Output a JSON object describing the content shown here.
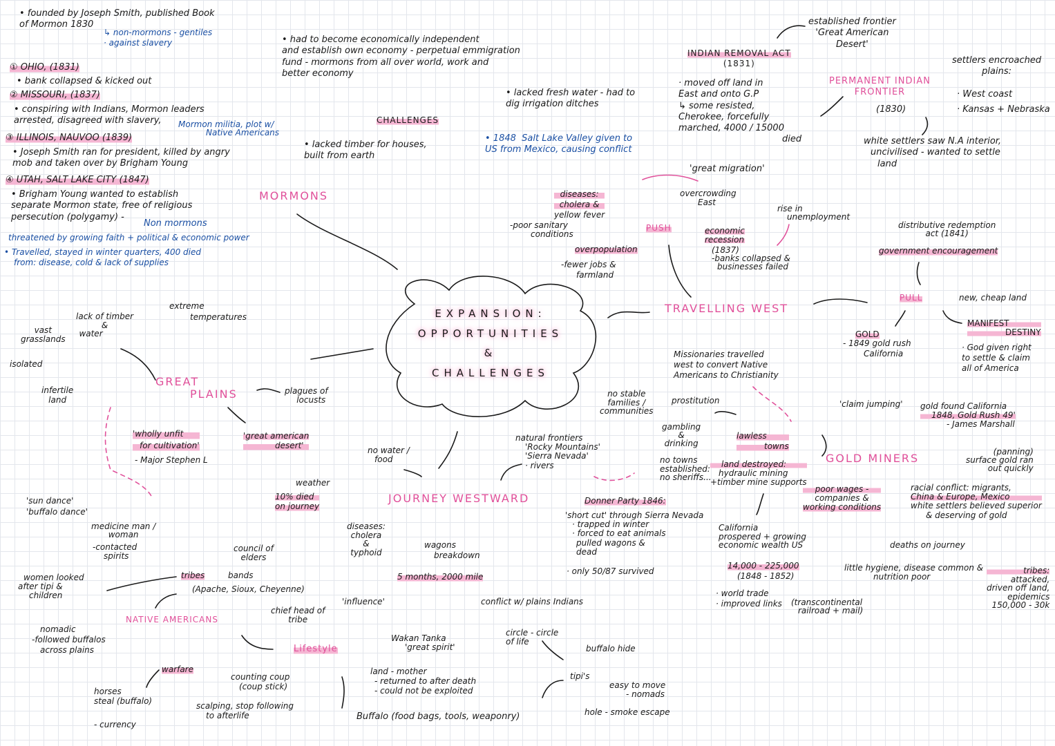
{
  "center": {
    "title": [
      "EXPANSION:",
      "OPPORTUNITIES",
      "&",
      "CHALLENGES"
    ]
  },
  "colors": {
    "accent_pink": "#e0509a",
    "highlight": "#f5b6d3",
    "note_blue": "#1a4fa3",
    "ink": "#1a1a1a"
  },
  "mormons": {
    "heading": "MORMONS",
    "founded": [
      "• founded by Joseph Smith, published Book",
      "of Mormon 1830"
    ],
    "gentiles": [
      "↳ non-mormons - gentiles",
      "· against slavery"
    ],
    "ohio": "① OHIO, (1831)",
    "ohio_note": "• bank collapsed & kicked out",
    "missouri": "② MISSOURI, (1837)",
    "missouri_note": [
      "• conspiring with Indians, Mormon leaders",
      "arrested, disagreed with slavery,"
    ],
    "missouri_militia": [
      "Mormon militia, plot w/",
      "Native Americans"
    ],
    "illinois": "③ ILLINOIS, NAUVOO (1839)",
    "illinois_note": [
      "• Joseph Smith ran for president, killed by angry",
      "mob and taken over by Brigham Young"
    ],
    "utah": "④ UTAH, SALT LAKE CITY (1847)",
    "utah_note": [
      "• Brigham Young wanted to establish",
      "separate Mormon state, free of religious",
      "persecution (polygamy) -"
    ],
    "utah_blue": "Non mormons",
    "utah_threat": "threatened by growing faith + political & economic power",
    "travelled": "• Travelled, stayed in winter quarters, 400 died",
    "travelled_2": "from: disease, cold & lack of supplies",
    "economy": [
      "• had to become economically independent",
      "and establish own economy - perpetual emmigration",
      "fund - mormons from all over world, work and",
      "better economy"
    ],
    "challenges": "CHALLENGES",
    "timber": [
      "• lacked timber for houses,",
      "built from earth"
    ],
    "water": [
      "• lacked fresh water - had to",
      "dig irrigation ditches"
    ],
    "salt_lake": [
      "• 1848  Salt Lake Valley given to",
      "US from Mexico, causing conflict"
    ]
  },
  "indian_removal": {
    "heading": "INDIAN REMOVAL ACT",
    "year": "(1831)",
    "notes": [
      "· moved off land in",
      "East and onto G.P",
      "↳ some resisted,",
      "Cherokee, forcefully",
      "marched, 4000 / 15000",
      "died"
    ],
    "great_migration": "'great migration'"
  },
  "frontier": {
    "established": [
      "established frontier",
      "'Great American",
      "Desert'"
    ],
    "heading": [
      "PERMANENT INDIAN",
      "FRONTIER"
    ],
    "year": "(1830)",
    "settlers": [
      "settlers encroached",
      "plains:"
    ],
    "coasts": [
      "· West coast",
      "· Kansas + Nebraska"
    ],
    "white_settlers": [
      "white settlers saw N.A interior,",
      "uncivilised - wanted to settle",
      "land"
    ]
  },
  "push": {
    "heading": "PUSH",
    "diseases": [
      "diseases:",
      "cholera &",
      "yellow fever"
    ],
    "sanitary": [
      "-poor sanitary",
      "conditions"
    ],
    "overcrowding": [
      "overcrowding",
      "East"
    ],
    "overpopulation": "overpopulation",
    "jobs": [
      "-fewer jobs &",
      "farmland"
    ],
    "recession": [
      "economic",
      "recession"
    ],
    "recession_detail": [
      "(1837)",
      "-banks collapsed &",
      "businesses failed"
    ],
    "unemployment": [
      "rise in",
      "unemployment"
    ]
  },
  "pull": {
    "heading": "PULL",
    "redemption": [
      "distributive redemption",
      "act (1841)"
    ],
    "government": "government encouragement",
    "cheap_land": "new, cheap land",
    "gold": "GOLD",
    "gold_note": [
      "- 1849 gold rush",
      "California"
    ],
    "manifest": [
      "MANIFEST",
      "DESTINY"
    ],
    "manifest_note": [
      "· God given right",
      "to settle & claim",
      "all of America"
    ]
  },
  "travelling_west": {
    "heading": "TRAVELLING WEST",
    "missionaries": [
      "Missionaries travelled",
      "west to convert Native",
      "Americans to Christianity"
    ]
  },
  "lawless": {
    "no_families": [
      "no stable",
      "families /",
      "communities"
    ],
    "prostitution": "prostitution",
    "gambling": [
      "gambling",
      "&",
      "drinking"
    ],
    "heading": [
      "lawless",
      "towns"
    ],
    "no_towns": [
      "no towns",
      "established:",
      "no sheriffs..."
    ],
    "land_destroyed": [
      "land destroyed:",
      "hydraulic mining",
      "+timber mine supports"
    ]
  },
  "gold_miners": {
    "heading": "GOLD MINERS",
    "claim": "'claim jumping'",
    "found": [
      "gold found California",
      "1848, Gold Rush 49'",
      "- James Marshall"
    ],
    "mining": [
      "(panning)",
      "surface gold ran",
      "out quickly"
    ],
    "wages": [
      "poor wages -",
      "companies &",
      "working conditions"
    ],
    "racial": [
      "racial conflict: migrants,",
      "China & Europe, Mexico",
      "white settlers believed superior",
      "& deserving of gold"
    ],
    "deaths": "deaths on journey",
    "hygiene": [
      "little hygiene, disease common &",
      "nutrition poor"
    ],
    "tribes": [
      "tribes:",
      "attacked,",
      "driven off land,",
      "epidemics",
      "150,000 - 30k"
    ],
    "california": [
      "California",
      "prospered + growing",
      "economic wealth US"
    ],
    "population": [
      "14,000 - 225,000",
      "(1848 - 1852)"
    ],
    "trade": [
      "· world trade",
      "· improved links"
    ],
    "links": [
      "(transcontinental",
      "railroad + mail)"
    ]
  },
  "great_plains": {
    "heading": [
      "GREAT",
      "PLAINS"
    ],
    "timber": [
      "lack of timber",
      "&",
      "water"
    ],
    "extreme": [
      "extreme",
      "temperatures"
    ],
    "vast": [
      "vast",
      "grasslands"
    ],
    "isolated": "isolated",
    "infertile": [
      "infertile",
      "land"
    ],
    "locusts": [
      "plagues of",
      "locusts"
    ],
    "unfit": [
      "'wholly unfit",
      "for cultivation'"
    ],
    "major": "- Major Stephen L",
    "desert": [
      "'great american",
      "desert'"
    ]
  },
  "journey": {
    "heading": "JOURNEY WESTWARD",
    "water_food": [
      "no water /",
      "food"
    ],
    "weather": "weather",
    "died": [
      "10% died",
      "on journey"
    ],
    "diseases": [
      "diseases:",
      "cholera",
      "&",
      "typhoid"
    ],
    "wagons": [
      "wagons",
      "breakdown"
    ],
    "months": "5 months, 2000 mile",
    "natural": [
      "natural frontiers",
      "'Rocky Mountains'",
      "'Sierra Nevada'",
      "· rivers"
    ],
    "donner": "Donner Party 1846:",
    "donner_notes": [
      "'short cut' through Sierra Nevada",
      "· trapped in winter",
      "· forced to eat animals",
      "pulled wagons &",
      "dead"
    ],
    "survived": "· only 50/87 survived",
    "conflict": "conflict w/ plains Indians",
    "influence": "'influence'"
  },
  "native_americans": {
    "heading": "NATIVE AMERICANS",
    "sun_dance": [
      "'sun dance'",
      "'buffalo dance'"
    ],
    "medicine": [
      "medicine man /",
      "woman"
    ],
    "spirits": [
      "-contacted",
      "spirits"
    ],
    "council": [
      "council of",
      "elders"
    ],
    "tribes": "tribes",
    "bands": "bands",
    "tribe_list": "(Apache, Sioux, Cheyenne)",
    "women": [
      "women looked",
      "after tipi &",
      "children"
    ],
    "chief": [
      "chief head of",
      "tribe"
    ],
    "nomadic": [
      "nomadic",
      "-followed buffalos",
      "across plains"
    ],
    "warfare": "warfare",
    "counting_coup": [
      "counting coup",
      "(coup stick)"
    ],
    "horses": [
      "horses",
      "steal (buffalo)"
    ],
    "currency": "- currency",
    "scalping": [
      "scalping, stop following",
      "to afterlife"
    ],
    "lifestyle": "Lifestyle",
    "wakan": [
      "Wakan Tanka",
      "'great spirit'"
    ],
    "land_mother": [
      "land - mother",
      "- returned to after death",
      "- could not be exploited"
    ],
    "buffalo": "Buffalo (food bags, tools, weaponry)",
    "circle": [
      "circle - circle",
      "of life"
    ],
    "tipis": "tipi's",
    "buffalo_hide": "buffalo hide",
    "easy": [
      "easy to move",
      "- nomads"
    ],
    "hole": "hole - smoke escape"
  }
}
